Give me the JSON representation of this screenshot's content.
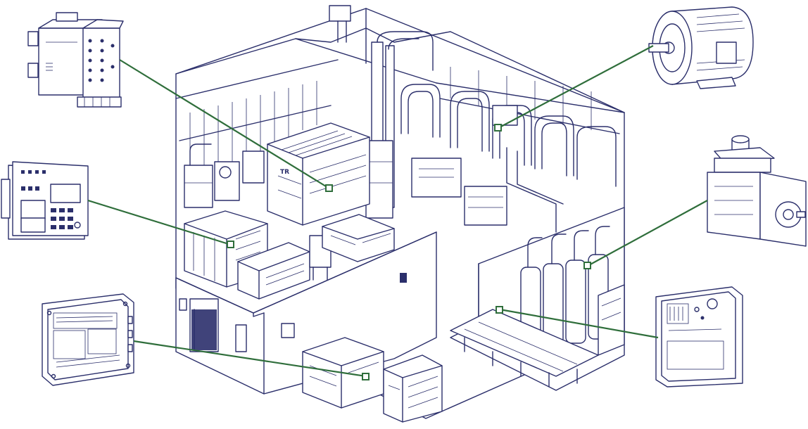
{
  "illustration": {
    "label_on_machine": "TR",
    "colors": {
      "ink": "#2b2f6b",
      "callout_line": "#2f6e3b",
      "background": "#ffffff"
    }
  },
  "components": [
    {
      "name": "io-terminal-module",
      "icon": "terminal-block-icon"
    },
    {
      "name": "operator-control-panel",
      "icon": "control-panel-icon"
    },
    {
      "name": "open-controller-board",
      "icon": "controller-board-icon"
    },
    {
      "name": "ac-induction-motor",
      "icon": "motor-icon"
    },
    {
      "name": "servo-gear-motor",
      "icon": "servo-motor-icon"
    },
    {
      "name": "enclosure-controller",
      "icon": "enclosure-icon"
    }
  ]
}
